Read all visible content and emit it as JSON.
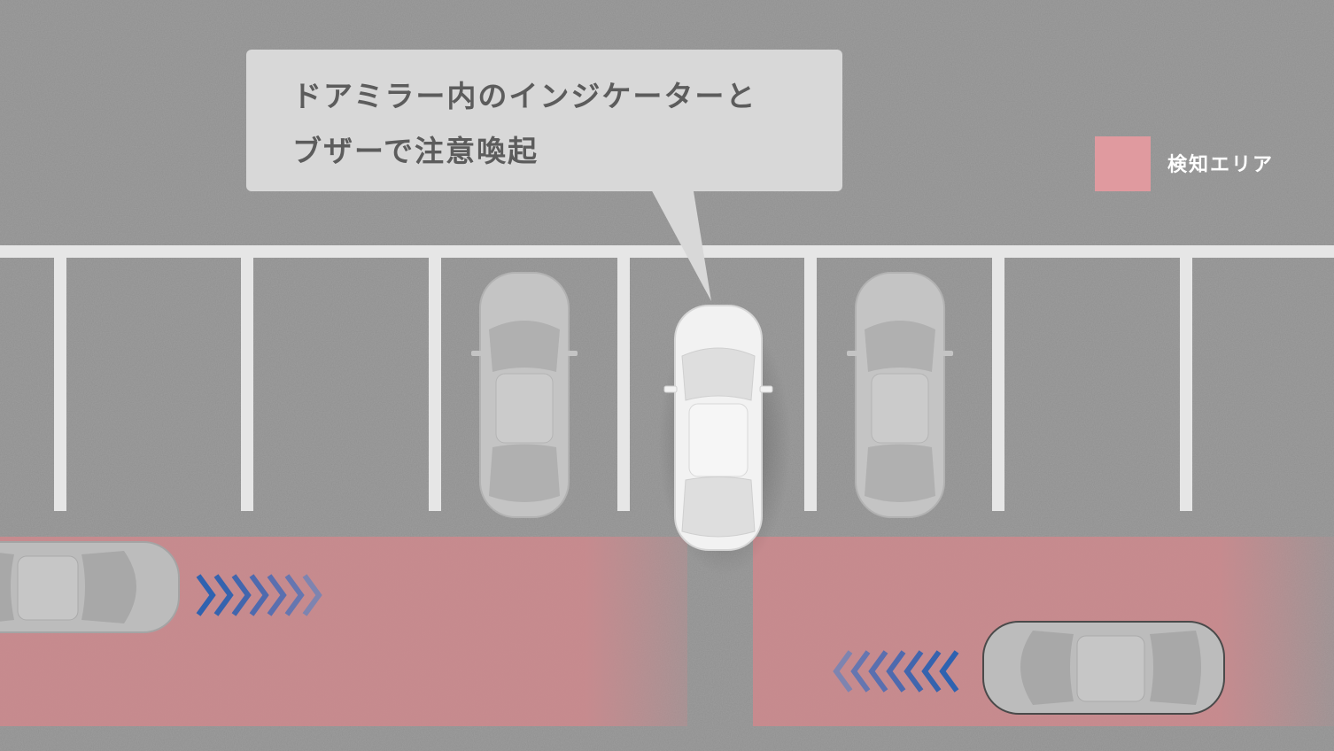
{
  "callout": {
    "line1": "ドアミラー内のインジケーターと",
    "line2": "ブザーで注意喚起"
  },
  "legend": {
    "label": "検知エリア",
    "color": "#e09a9f"
  },
  "colors": {
    "asphalt": "#8f8f8f",
    "parking_line": "#e6e6e6",
    "detection_area": "#c98a8e",
    "own_car": "#f2f2f2",
    "parked_car": "#c4c4c4",
    "crossing_car": "#bcbcbc",
    "arrow_dark": "#2f62b0",
    "arrow_light": "#7e84b0"
  },
  "icons": {
    "arrows_right": "chevron-right-icon",
    "arrows_left": "chevron-left-icon"
  }
}
